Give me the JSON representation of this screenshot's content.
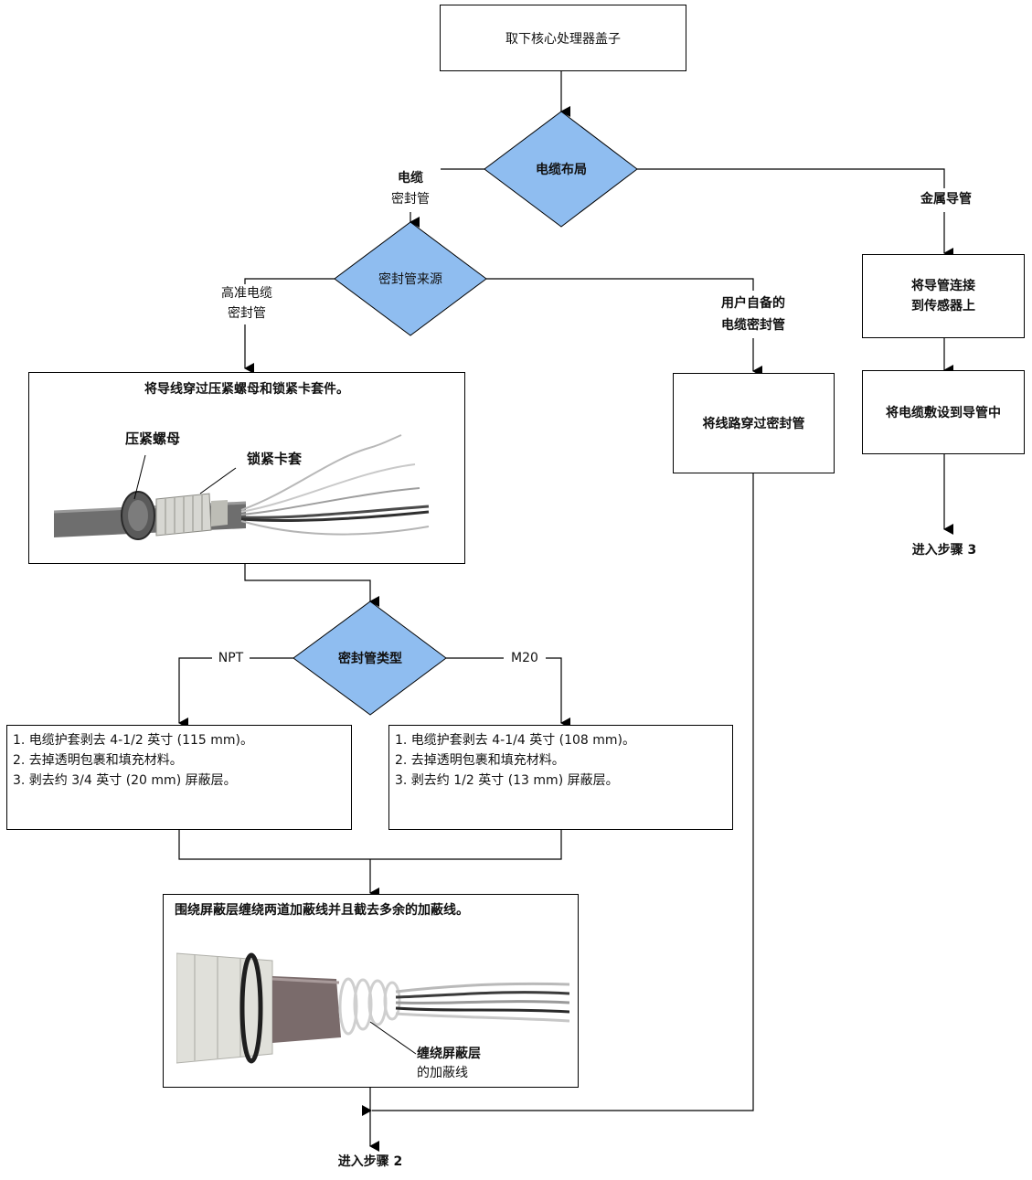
{
  "start": {
    "label": "取下核心处理器盖子"
  },
  "decisions": {
    "cable_layout": "电缆布局",
    "gland_source": "密封管来源",
    "gland_type": "密封管类型"
  },
  "branches": {
    "cable_gland": [
      "电缆",
      "密封管"
    ],
    "metal_conduit": "金属导管",
    "rosemount_gland": [
      "高准电缆",
      "密封管"
    ],
    "user_gland": [
      "用户自备的",
      "电缆密封管"
    ],
    "npt": "NPT",
    "m20": "M20"
  },
  "boxes": {
    "thread_wires": "将导线穿过压紧螺母和锁紧卡套件。",
    "compression_nut": "压紧螺母",
    "clamp_insert": "锁紧卡套",
    "thread_gland": "将线路穿过密封管",
    "connect_conduit": [
      "将导管连接",
      "到传感器上"
    ],
    "route_cable": "将电缆敷设到导管中",
    "npt_steps": [
      "1.  电缆护套剥去 4-1/2 英寸 (115 mm)。",
      "2.  去掉透明包裹和填充材料。",
      "3.  剥去约 3/4 英寸 (20 mm) 屏蔽层。"
    ],
    "m20_steps": [
      "1.  电缆护套剥去 4-1/4 英寸 (108 mm)。",
      "2.  去掉透明包裹和填充材料。",
      "3.  剥去约 1/2 英寸 (13 mm) 屏蔽层。"
    ],
    "drain_wires": "围绕屏蔽层缠绕两道加蔽线并且截去多余的加蔽线。",
    "shield_drain": [
      "缠绕屏蔽层",
      "的加蔽线"
    ]
  },
  "exits": {
    "step2": "进入步骤 2",
    "step3": "进入步骤 3"
  },
  "colors": {
    "decision_fill": "#8fbdf0",
    "line": "#000000",
    "cable_jacket": "#6e6e6e",
    "gland_body": "#d7d7d2"
  }
}
